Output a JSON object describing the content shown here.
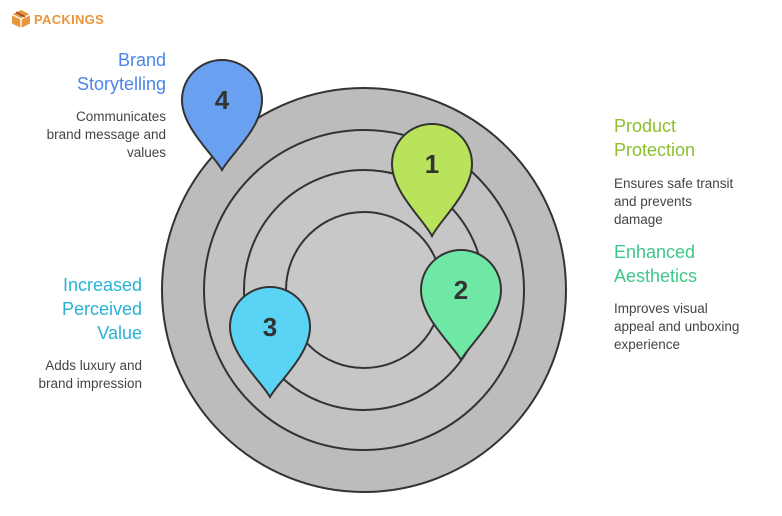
{
  "logo": {
    "text": "PACKINGS"
  },
  "markers": [
    {
      "number": "4",
      "color": "#6aa0f0",
      "title": "Brand Storytelling",
      "title_lines": [
        "Brand",
        "Storytelling"
      ],
      "description": "Communicates brand message and values",
      "description_lines": [
        "Communicates",
        "brand message and",
        "values"
      ]
    },
    {
      "number": "1",
      "color": "#b9e35a",
      "title": "Product Protection",
      "title_lines": [
        "Product",
        "Protection"
      ],
      "description": "Ensures safe transit and prevents damage",
      "description_lines": [
        "Ensures safe transit",
        "and prevents",
        "damage"
      ]
    },
    {
      "number": "2",
      "color": "#6fe7a5",
      "title": "Enhanced Aesthetics",
      "title_lines": [
        "Enhanced",
        "Aesthetics"
      ],
      "description": "Improves visual appeal and unboxing experience",
      "description_lines": [
        "Improves visual",
        "appeal and unboxing",
        "experience"
      ]
    },
    {
      "number": "3",
      "color": "#5ad3f5",
      "title": "Increased Perceived Value",
      "title_lines": [
        "Increased",
        "Perceived",
        "Value"
      ],
      "description": "Adds luxury and brand impression",
      "description_lines": [
        "Adds luxury and",
        "brand impression"
      ]
    }
  ],
  "colors": {
    "ring_fill_outer": "#bdbdbd",
    "ring_stroke": "#333333",
    "logo_accent": "#e8963a"
  }
}
